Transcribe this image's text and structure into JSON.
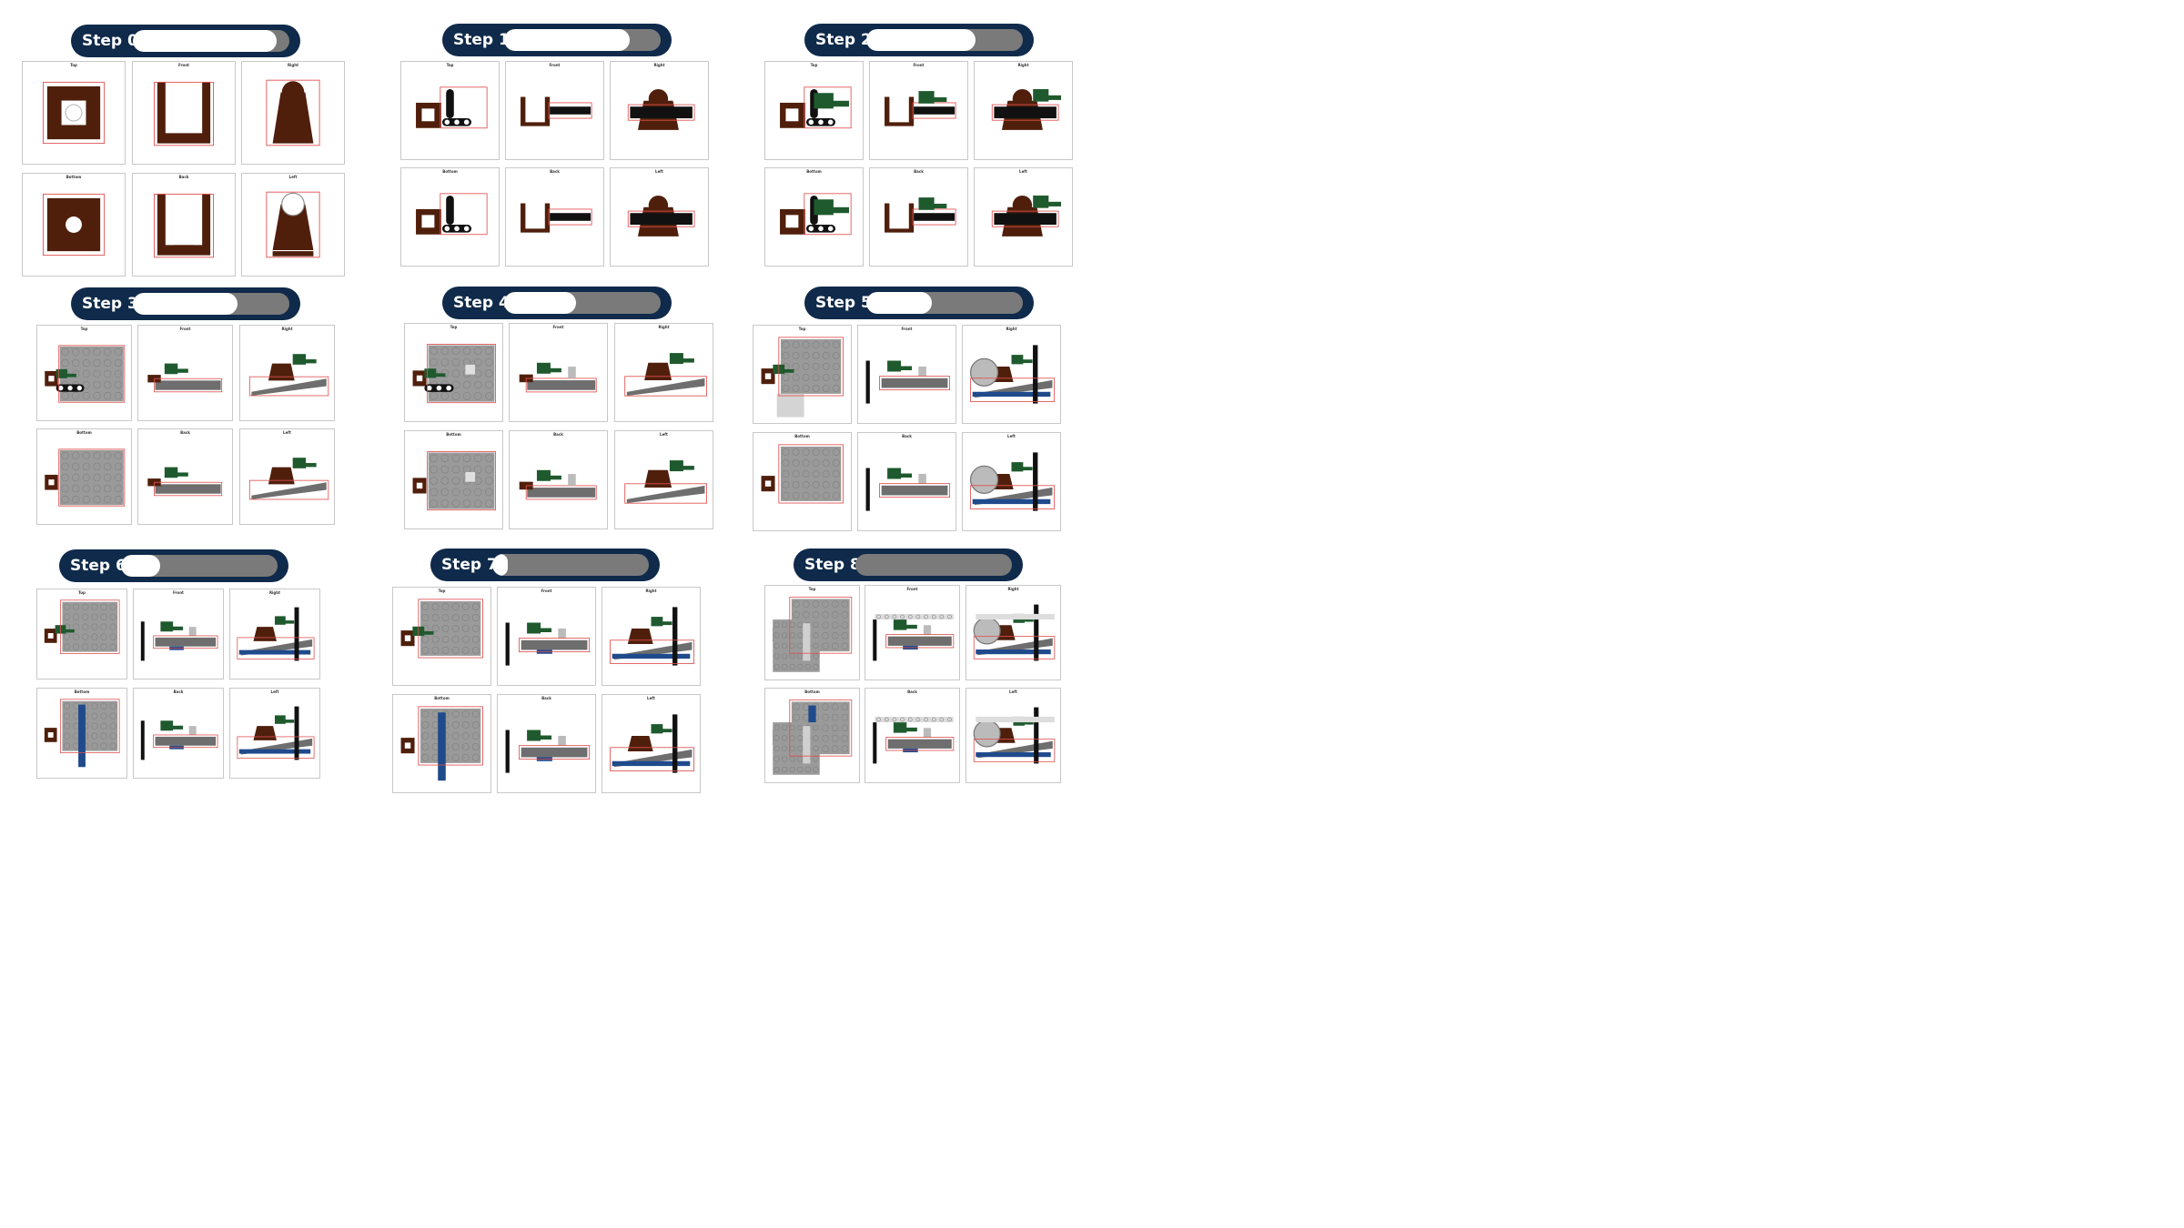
{
  "colors": {
    "pill_bg": "#0f2a4a",
    "bar_track": "#7a7a7a",
    "bar_fill": "#ffffff",
    "brick_brown": "#4f1f0c",
    "plate_gray": "#9a9a9a",
    "dark_gray": "#6e6e6e",
    "green": "#1f5a2e",
    "blue": "#1f4a8c",
    "black": "#111111",
    "bbox_red": "#e05050"
  },
  "view_labels": [
    "Top",
    "Front",
    "Right",
    "Bottom",
    "Back",
    "Left"
  ],
  "steps": [
    {
      "label": "Step 0",
      "progress": 0.92
    },
    {
      "label": "Step 1",
      "progress": 0.8
    },
    {
      "label": "Step 2",
      "progress": 0.7
    },
    {
      "label": "Step 3",
      "progress": 0.67
    },
    {
      "label": "Step 4",
      "progress": 0.46
    },
    {
      "label": "Step 5",
      "progress": 0.42
    },
    {
      "label": "Step 6",
      "progress": 0.25
    },
    {
      "label": "Step 7",
      "progress": 0.1
    },
    {
      "label": "Step 8",
      "progress": 0.0
    }
  ]
}
